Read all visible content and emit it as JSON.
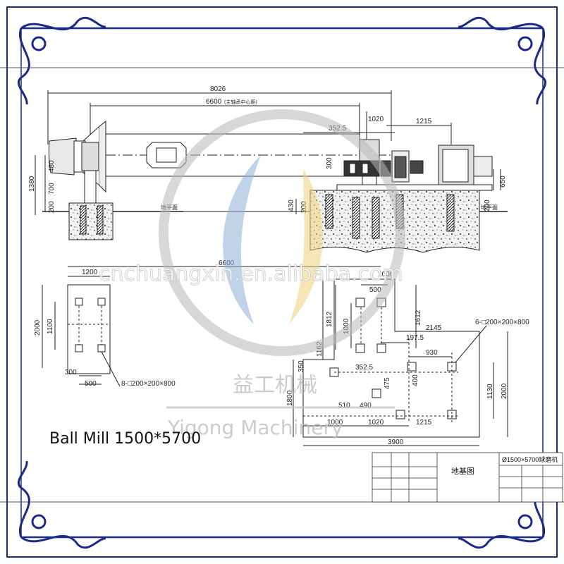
{
  "caption": "Ball Mill 1500*5700",
  "watermark": {
    "url": "cnchuangxin.en.alibaba.com",
    "brand_cn": "益工机械",
    "brand_en": "Yigong Machinery"
  },
  "side_view": {
    "dims": {
      "overall": "8026",
      "center_dist": "6600",
      "center_note": "(主轴承中心距)",
      "d_352": "352.5",
      "d_1020": "1020",
      "d_1215": "1215",
      "h_1380": "1380",
      "h_480": "480",
      "h_700": "700",
      "h_200a": "200",
      "h_300": "300",
      "h_430": "430",
      "h_200b": "200",
      "h_650": "650",
      "h_200c": "200"
    },
    "ground_label_left": "地平面",
    "ground_label_right": "地平面"
  },
  "foundation_plan": {
    "dims": {
      "len_6600": "6600",
      "d_1200": "1200",
      "d_1000": "1000",
      "h_2000": "2000",
      "h_1100": "1100",
      "d_300": "300",
      "d_500": "500",
      "bolt_note_left": "8-□200×200×800",
      "d_500b": "500",
      "h_1812": "1812",
      "h_1000b": "1000",
      "h_1612": "1612",
      "d_2145": "2145",
      "d_197_5": "197.5",
      "bolt_note_right": "6-□200×200×800",
      "h_1162": "1162",
      "h_350": "350",
      "d_352_5": "352.5",
      "d_930": "930",
      "h_475": "475",
      "h_400": "400",
      "h_1130": "1130",
      "h_2000b": "2000",
      "h_1800": "1800",
      "d_510": "510",
      "d_490": "490",
      "d_1000c": "1000",
      "d_1020": "1020",
      "d_1215": "1215",
      "d_3900": "3900"
    }
  },
  "title_block": {
    "model": "Ø1500×5700球磨机",
    "drawing_name": "地基图"
  },
  "colors": {
    "frame_blue": "#1a2a8a",
    "line": "#222222",
    "watermark_blue": "#8fb0d8",
    "watermark_yellow": "#f2d27a",
    "watermark_gray": "#b8b8b8"
  }
}
